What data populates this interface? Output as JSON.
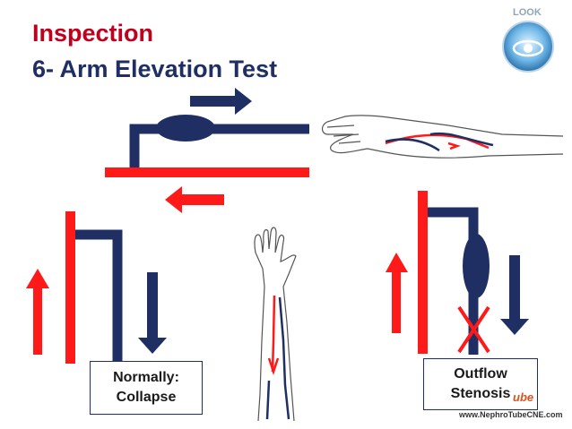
{
  "heading": {
    "line1": "Inspection",
    "line2": "6- Arm Elevation Test"
  },
  "badge": {
    "label": "LOOK",
    "icon": "eye-icon"
  },
  "labels": {
    "normal": [
      "Normally:",
      "Collapse"
    ],
    "stenosis": [
      "Outflow",
      "Stenosis"
    ]
  },
  "watermark": {
    "url": "www.NephroTubeCNE.com",
    "fragment": "ube"
  },
  "colors": {
    "artery": "#ff0000",
    "vein": "#1f2f63",
    "title_red": "#c0001c"
  }
}
